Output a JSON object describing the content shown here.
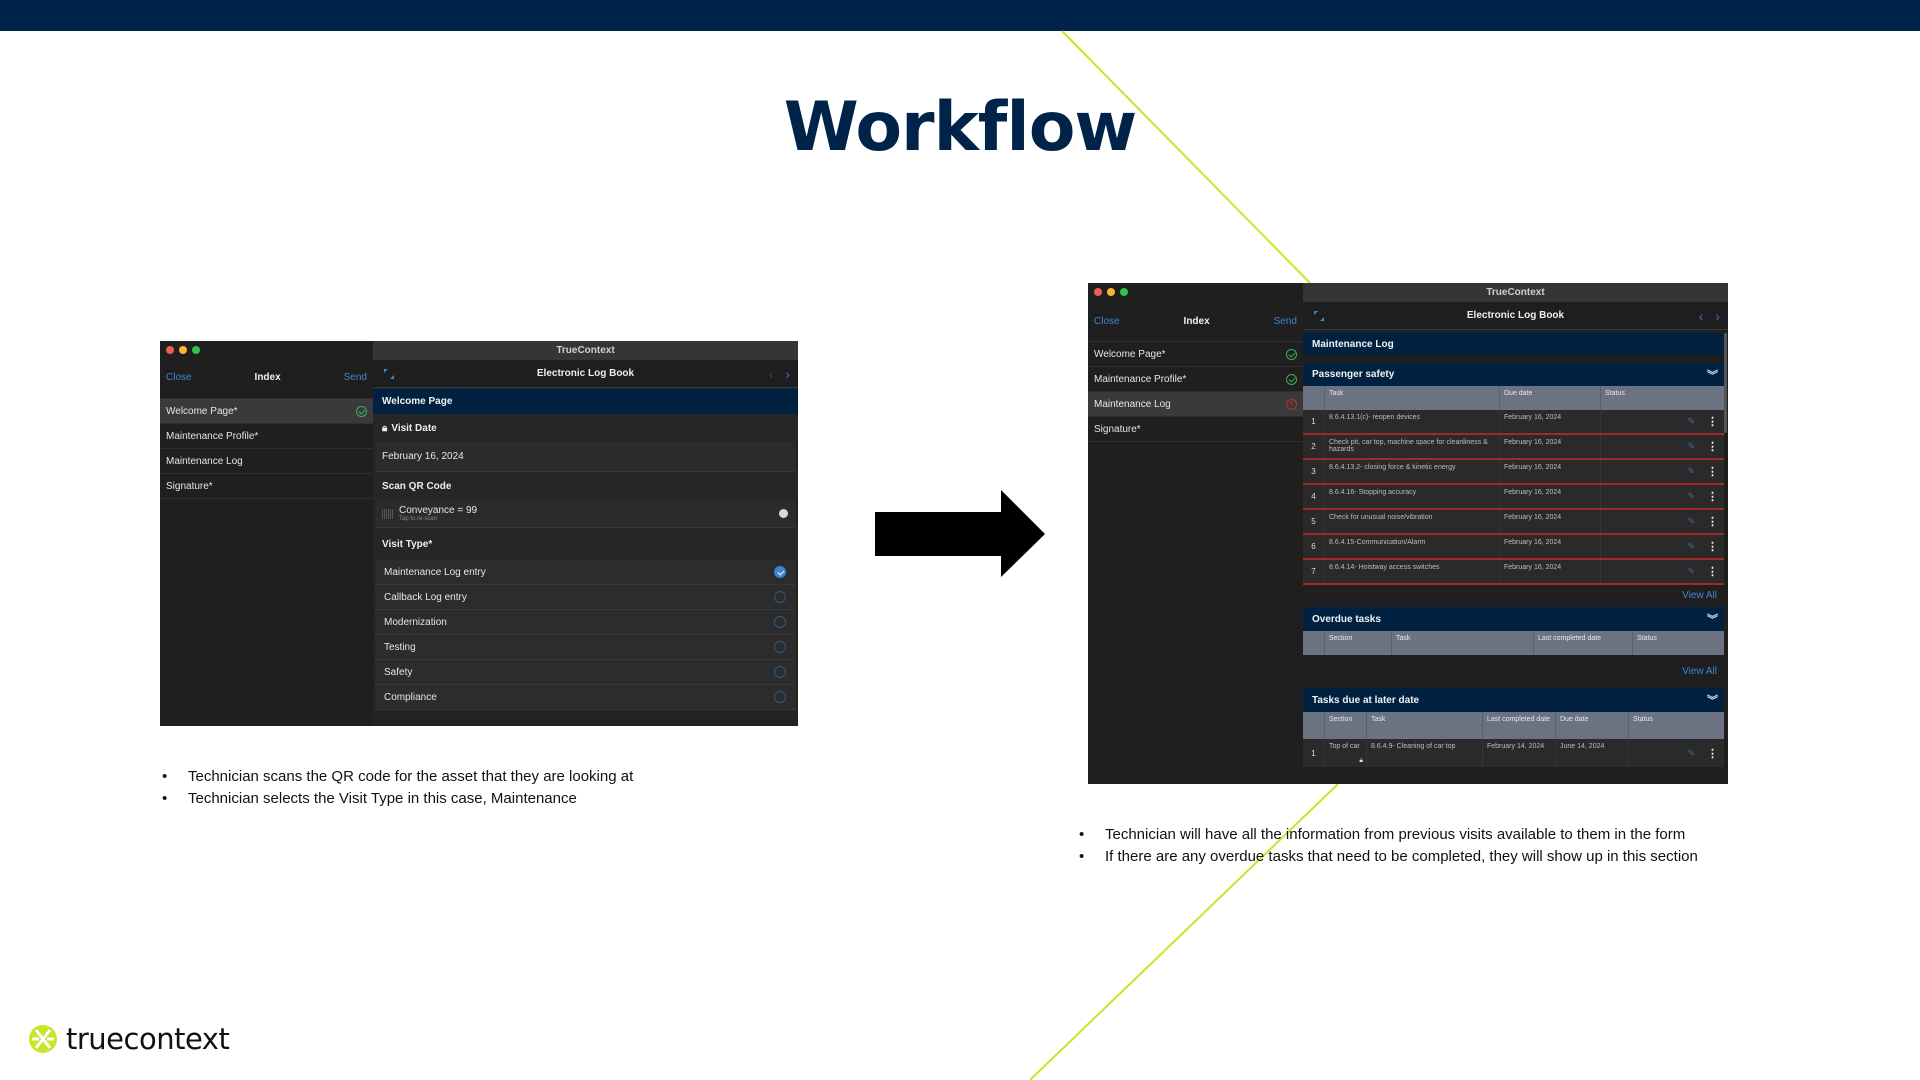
{
  "slide": {
    "title": "Workflow",
    "colors": {
      "navy": "#00234a",
      "accent_lime": "#c6e627",
      "link_blue": "#3f86d0",
      "ok_green": "#3fae5d",
      "error_red": "#c2302a"
    },
    "left_bullets": [
      "Technician scans the QR code for the asset that they are looking at",
      "Technician selects the Visit Type in this case, Maintenance"
    ],
    "right_bullets": [
      "Technician will have all the information from previous visits available to them in the form",
      "If there are any overdue tasks that need to be completed, they will show up in this section"
    ],
    "logo_text": "truecontext"
  },
  "left_window": {
    "app_title": "TrueContext",
    "sidebar": {
      "close": "Close",
      "index": "Index",
      "send": "Send",
      "items": [
        {
          "label": "Welcome Page*",
          "status": "complete"
        },
        {
          "label": "Maintenance Profile*",
          "status": ""
        },
        {
          "label": "Maintenance Log",
          "status": ""
        },
        {
          "label": "Signature*",
          "status": ""
        }
      ]
    },
    "form_title": "Electronic Log Book",
    "page_header": "Welcome Page",
    "visit_date_label": "Visit Date",
    "visit_date_value": "February 16, 2024",
    "scan_label": "Scan QR Code",
    "scan_value": "Conveyance = 99",
    "scan_hint": "Tap to re-scan",
    "visit_type_label": "Visit Type*",
    "visit_types": [
      {
        "label": "Maintenance Log entry",
        "selected": true
      },
      {
        "label": "Callback Log entry",
        "selected": false
      },
      {
        "label": "Modernization",
        "selected": false
      },
      {
        "label": "Testing",
        "selected": false
      },
      {
        "label": "Safety",
        "selected": false
      },
      {
        "label": "Compliance",
        "selected": false
      }
    ]
  },
  "right_window": {
    "app_title": "TrueContext",
    "sidebar": {
      "close": "Close",
      "index": "Index",
      "send": "Send",
      "items": [
        {
          "label": "Welcome Page*",
          "status": "complete"
        },
        {
          "label": "Maintenance Profile*",
          "status": "complete"
        },
        {
          "label": "Maintenance Log",
          "status": "error"
        },
        {
          "label": "Signature*",
          "status": ""
        }
      ]
    },
    "form_title": "Electronic Log Book",
    "page_header": "Maintenance Log",
    "passenger_safety": {
      "title": "Passenger safety",
      "columns": [
        "Task",
        "Due date",
        "Status"
      ],
      "rows": [
        {
          "n": "1",
          "task": "8.6.4.13.1(c)- reopen devices",
          "due": "February 16, 2024",
          "status": ""
        },
        {
          "n": "2",
          "task": "Check pit, car top, machine space for cleanliness & hazards",
          "due": "February 16, 2024",
          "status": ""
        },
        {
          "n": "3",
          "task": "8.6.4.13.2- closing force & kinetic energy",
          "due": "February 16, 2024",
          "status": ""
        },
        {
          "n": "4",
          "task": "8.6.4.16- Stopping accuracy",
          "due": "February 16, 2024",
          "status": ""
        },
        {
          "n": "5",
          "task": "Check for unusual noise/vibration",
          "due": "February 16, 2024",
          "status": ""
        },
        {
          "n": "6",
          "task": "8.6.4.15-Communication/Alarm",
          "due": "February 16, 2024",
          "status": ""
        },
        {
          "n": "7",
          "task": "8.6.4.14- Hoistway access switches",
          "due": "February 16, 2024",
          "status": ""
        }
      ],
      "view_all": "View All"
    },
    "overdue": {
      "title": "Overdue tasks",
      "columns": [
        "Section",
        "Task",
        "Last completed date",
        "Status"
      ],
      "view_all": "View All"
    },
    "later": {
      "title": "Tasks due at later date",
      "columns": [
        "Section",
        "Task",
        "Last completed date",
        "Due date",
        "Status"
      ],
      "rows": [
        {
          "n": "1",
          "section": "Top of car",
          "task": "8.6.4.9- Cleaning of car top",
          "last": "February 14, 2024",
          "due": "June 14, 2024",
          "status": ""
        }
      ]
    }
  }
}
